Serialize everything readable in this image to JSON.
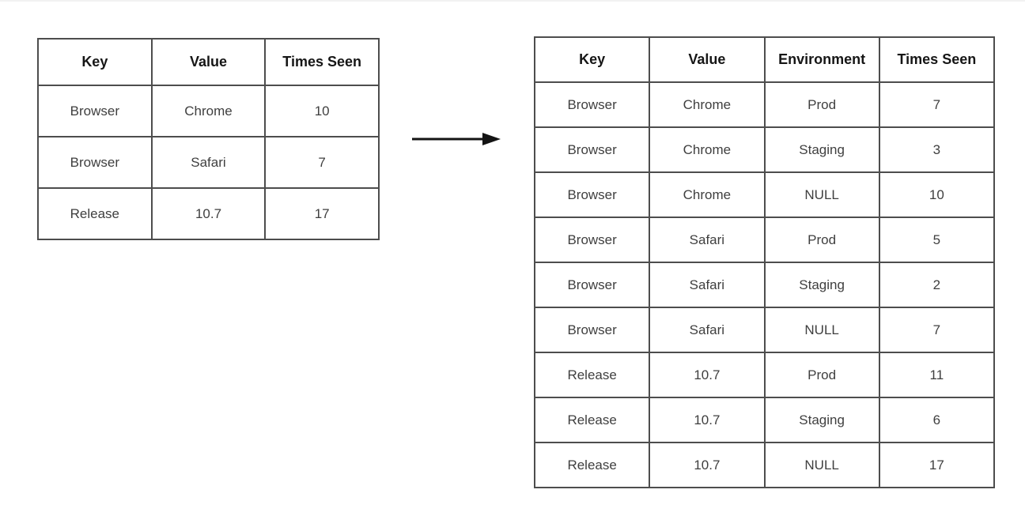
{
  "diagram": {
    "description": "tag-aggregation-expansion-diagram",
    "before_table": {
      "headers": [
        "Key",
        "Value",
        "Times Seen"
      ],
      "rows": [
        {
          "cells": [
            {
              "text": "Browser"
            },
            {
              "text": "Chrome"
            },
            {
              "text": "10"
            }
          ]
        },
        {
          "cells": [
            {
              "text": "Browser"
            },
            {
              "text": "Safari"
            },
            {
              "text": "7"
            }
          ]
        },
        {
          "cells": [
            {
              "text": "Release"
            },
            {
              "text": "10.7"
            },
            {
              "text": "17"
            }
          ]
        }
      ]
    },
    "arrow": {
      "icon": "right-arrow",
      "direction": "right"
    },
    "after_table": {
      "headers": [
        "Key",
        "Value",
        "Environment",
        "Times Seen"
      ],
      "rows": [
        {
          "cells": [
            {
              "text": "Browser"
            },
            {
              "text": "Chrome"
            },
            {
              "text": "Prod"
            },
            {
              "text": "7"
            }
          ]
        },
        {
          "cells": [
            {
              "text": "Browser"
            },
            {
              "text": "Chrome"
            },
            {
              "text": "Staging"
            },
            {
              "text": "3"
            }
          ]
        },
        {
          "cells": [
            {
              "text": "Browser"
            },
            {
              "text": "Chrome"
            },
            {
              "text": "NULL",
              "muted": true
            },
            {
              "text": "10"
            }
          ]
        },
        {
          "cells": [
            {
              "text": "Browser"
            },
            {
              "text": "Safari"
            },
            {
              "text": "Prod"
            },
            {
              "text": "5"
            }
          ]
        },
        {
          "cells": [
            {
              "text": "Browser"
            },
            {
              "text": "Safari"
            },
            {
              "text": "Staging"
            },
            {
              "text": "2"
            }
          ]
        },
        {
          "cells": [
            {
              "text": "Browser"
            },
            {
              "text": "Safari"
            },
            {
              "text": "NULL",
              "muted": true
            },
            {
              "text": "7"
            }
          ]
        },
        {
          "cells": [
            {
              "text": "Release"
            },
            {
              "text": "10.7"
            },
            {
              "text": "Prod"
            },
            {
              "text": "11"
            }
          ]
        },
        {
          "cells": [
            {
              "text": "Release"
            },
            {
              "text": "10.7"
            },
            {
              "text": "Staging"
            },
            {
              "text": "6"
            }
          ]
        },
        {
          "cells": [
            {
              "text": "Release"
            },
            {
              "text": "10.7"
            },
            {
              "text": "NULL",
              "muted": true
            },
            {
              "text": "17"
            }
          ]
        }
      ]
    },
    "colors": {
      "background": "#ffffff",
      "table_border": "#4d4d4d",
      "header_text": "#161616",
      "body_text": "#3f3f3f",
      "null_text": "#e9e9e9",
      "arrow": "#141414"
    }
  }
}
